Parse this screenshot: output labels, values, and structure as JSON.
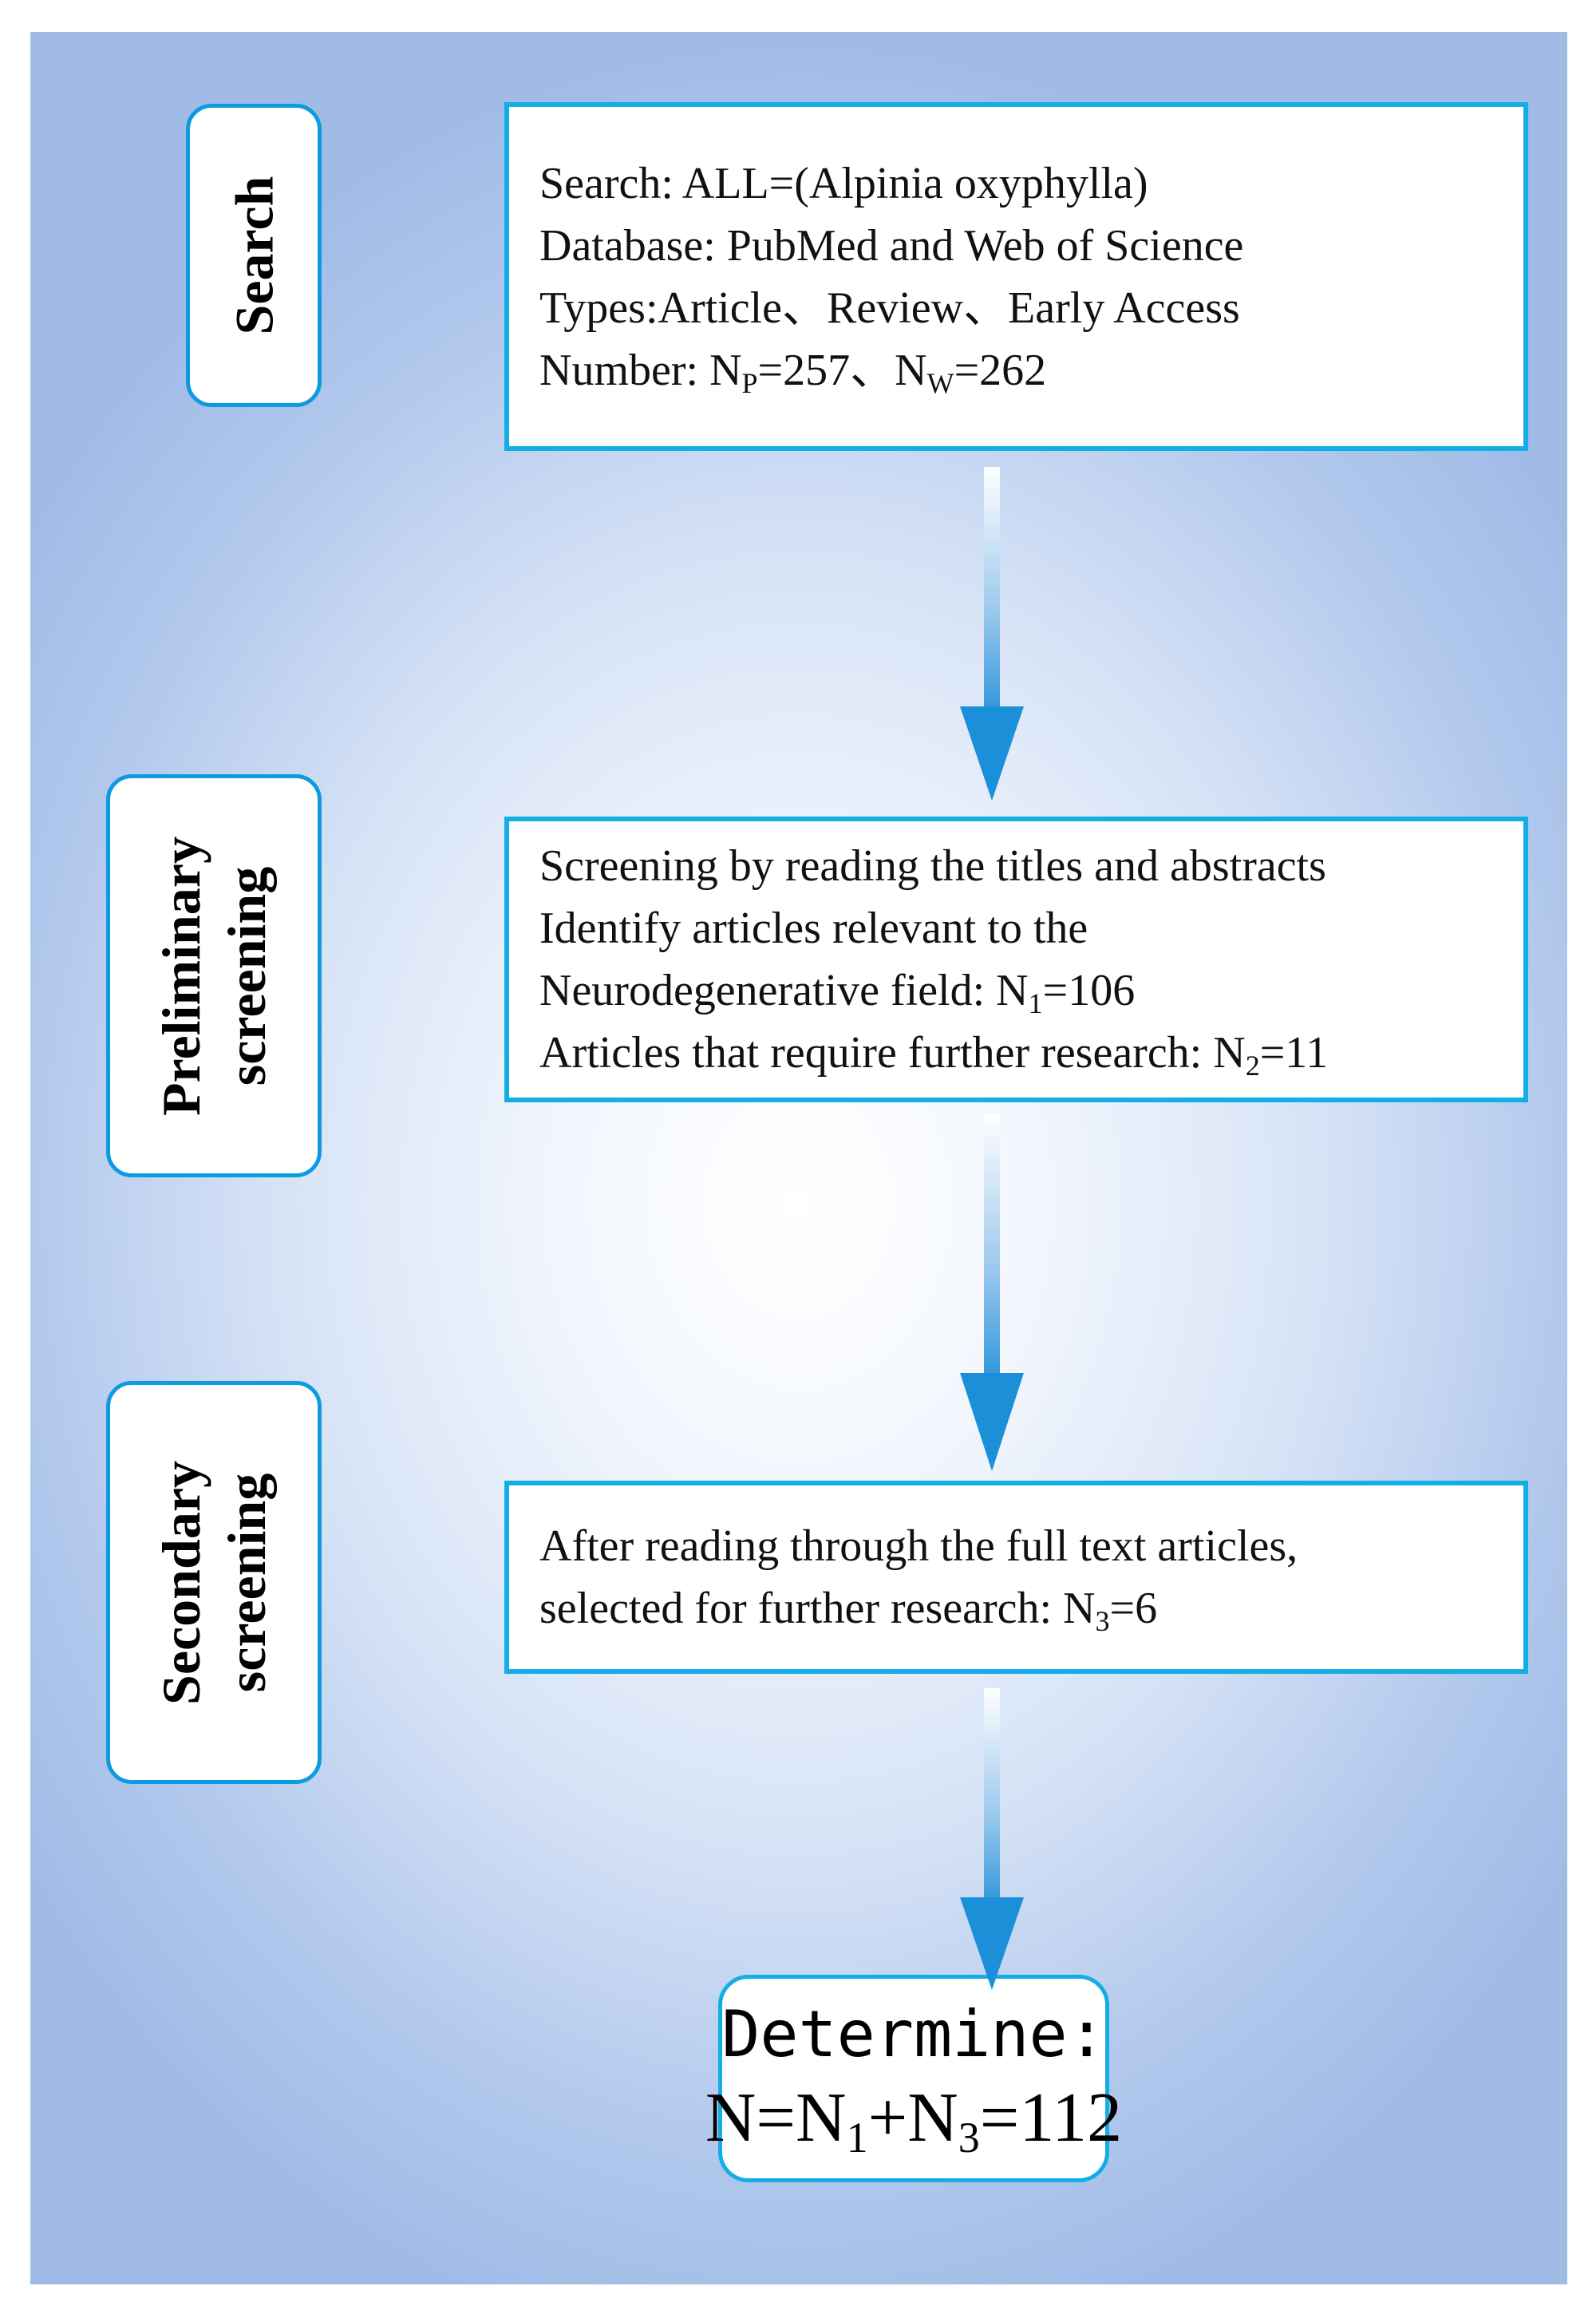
{
  "stages": {
    "search": "Search",
    "preliminary": [
      "Preliminary",
      "screening"
    ],
    "secondary": [
      "Secondary",
      "screening"
    ]
  },
  "search_box": {
    "line1": "Search: ALL=(Alpinia oxyphylla)",
    "line2": "Database: PubMed and Web of Science",
    "line3": "Types:Article、Review、Early Access",
    "line4_prefix": "Number: N",
    "line4_sub1": "P",
    "line4_mid": "=257、N",
    "line4_sub2": "W",
    "line4_end": "=262"
  },
  "preliminary_box": {
    "line1": "Screening by reading the titles and abstracts",
    "line2": "Identify articles relevant to the",
    "line3_prefix": "Neurodegenerative field: N",
    "line3_sub": "1",
    "line3_end": "=106",
    "line4_prefix": "Articles that require further research: N",
    "line4_sub": "2",
    "line4_end": "=11"
  },
  "secondary_box": {
    "line1": "After reading through the full text articles,",
    "line2_prefix": "selected for further research: N",
    "line2_sub": "3",
    "line2_end": "=6"
  },
  "final_box": {
    "label": "Determine:",
    "eq_a": "N=N",
    "eq_sub1": "1",
    "eq_b": "+N",
    "eq_sub2": "3",
    "eq_c": "=112"
  },
  "colors": {
    "box_border": "#14aee6",
    "stage_border": "#0d9be0",
    "arrow": "#1b8fd8",
    "background_edge": "#9fbbe6"
  }
}
